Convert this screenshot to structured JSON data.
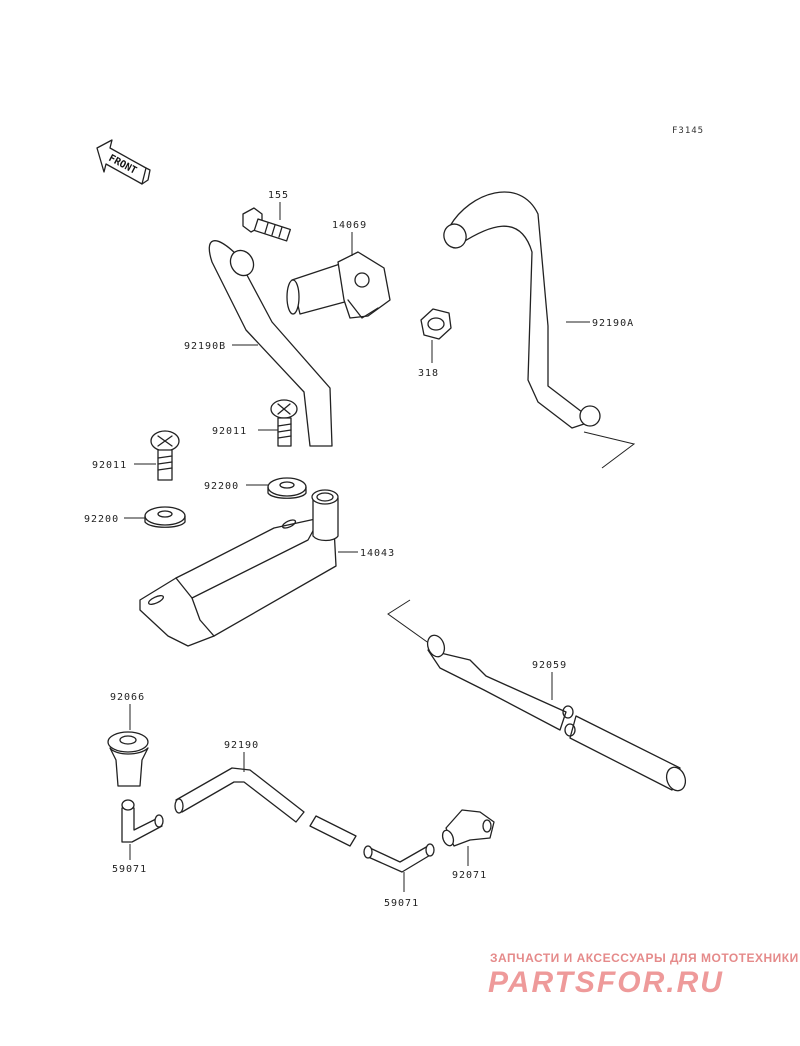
{
  "diagram_code": "F3145",
  "front_label": "FRONT",
  "parts": {
    "p155": "155",
    "p14069": "14069",
    "p92190B": "92190B",
    "p318": "318",
    "p92190A": "92190A",
    "p92011a": "92011",
    "p92011b": "92011",
    "p92200a": "92200",
    "p92200b": "92200",
    "p14043": "14043",
    "p92059": "92059",
    "p92066": "92066",
    "p92190": "92190",
    "p59071a": "59071",
    "p59071b": "59071",
    "p92071": "92071"
  },
  "watermark": {
    "tagline": "ЗАПЧАСТИ И АКСЕССУАРЫ ДЛЯ МОТОТЕХНИКИ",
    "logo": "PARTSFOR.RU"
  }
}
